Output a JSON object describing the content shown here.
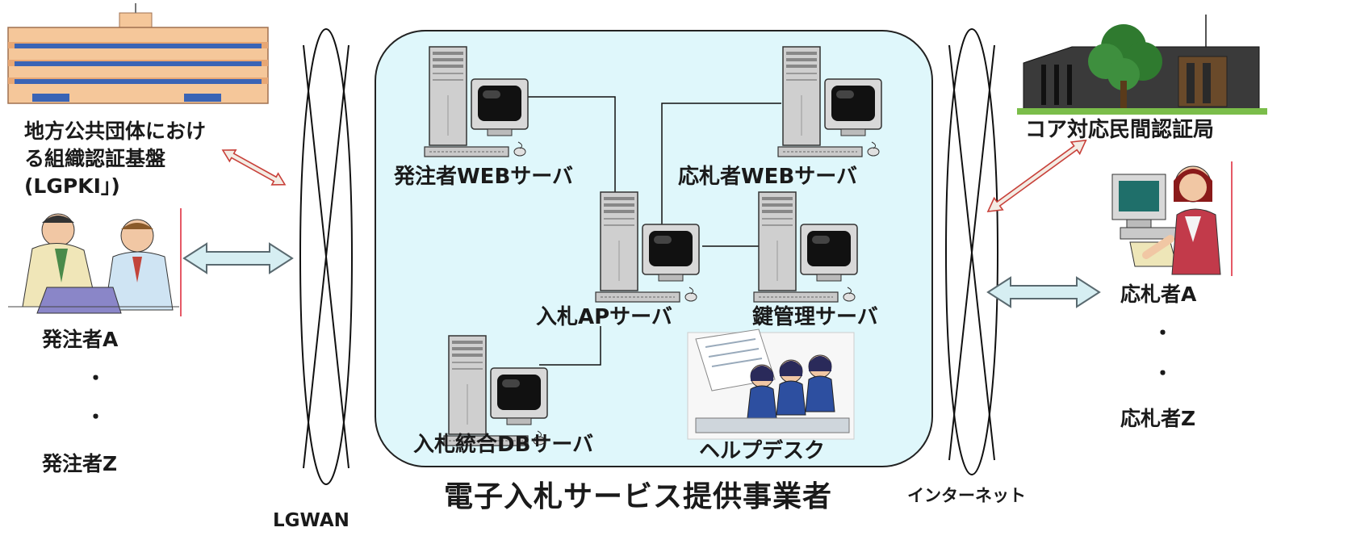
{
  "provider": {
    "title": "電子入札サービス提供事業者"
  },
  "networks": {
    "lgwan": "LGWAN",
    "internet": "インターネット"
  },
  "lgpki": {
    "line1": "地方公共団体におけ",
    "line2": "る組織認証基盤",
    "line3": "(LGPKI」)"
  },
  "ca": {
    "label": "コア対応民間認証局"
  },
  "orderers": {
    "first": "発注者A",
    "dot": "・",
    "last": "発注者Z"
  },
  "bidders": {
    "first": "応札者A",
    "dot": "・",
    "last": "応札者Z"
  },
  "servers": {
    "orderer_web": "発注者WEBサーバ",
    "bidder_web": "応札者WEBサーバ",
    "ap": "入札APサーバ",
    "key": "鍵管理サーバ",
    "db": "入札統合DBサーバ",
    "helpdesk": "ヘルプデスク"
  },
  "colors": {
    "cloud_fill": "#dff7fb",
    "cloud_stroke": "#222222",
    "arrow_fill": "#d6eef2",
    "arrow_stroke": "#5a6a70",
    "cert_arrow_fill": "#f3ece4",
    "cert_arrow_stroke": "#c8413a",
    "building_wall": "#f5c79a",
    "building_windows": "#3a64b5"
  },
  "icons": [
    "government-building-icon",
    "business-people-icon",
    "ca-building-icon",
    "bidder-woman-icon",
    "computer-icon",
    "helpdesk-icon"
  ]
}
